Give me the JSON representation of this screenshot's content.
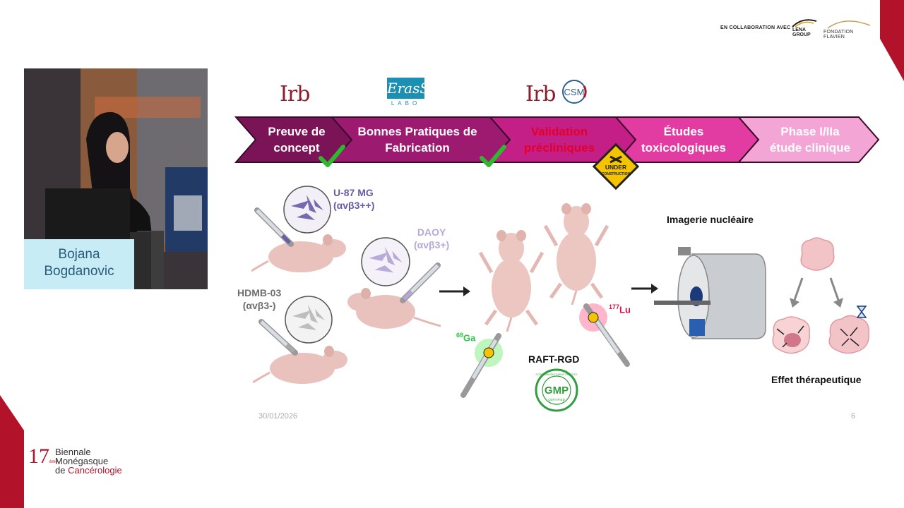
{
  "collaboration": {
    "label": "EN COLLABORATION AVEC :",
    "partners": [
      "LENA GROUP",
      "FONDATION FLAVIEN"
    ]
  },
  "speaker": {
    "first_name": "Bojana",
    "last_name": "Bogdanovic"
  },
  "partner_logos": {
    "irb": "Irb",
    "eras": "ErasS",
    "eras_sub": "LABO",
    "csm": "CSM"
  },
  "timeline": {
    "stages": [
      {
        "line1": "Preuve de",
        "line2": "concept",
        "status": "done"
      },
      {
        "line1": "Bonnes Pratiques de",
        "line2": "Fabrication",
        "status": "done"
      },
      {
        "line1": "Validation",
        "line2": "précliniques",
        "status": "in-progress"
      },
      {
        "line1": "Études",
        "line2": "toxicologiques",
        "status": "planned"
      },
      {
        "line1": "Phase I/IIa",
        "line2": "étude clinique",
        "status": "planned"
      }
    ],
    "badge_line1": "UNDER",
    "badge_line2": "CONSTRUCTION"
  },
  "cell_lines": [
    {
      "name": "U-87 MG",
      "receptor": "(αvβ3++)",
      "color": "#6a5ba8"
    },
    {
      "name": "DAOY",
      "receptor": "(αvβ3+)",
      "color": "#b4a9d8"
    },
    {
      "name": "HDMB-03",
      "receptor": "(αvβ3-)",
      "color": "#6e6e6e"
    }
  ],
  "isotopes": {
    "ga": {
      "mass": "68",
      "symbol": "Ga",
      "color": "#2bc44a"
    },
    "lu": {
      "mass": "177",
      "symbol": "Lu",
      "color": "#d2144a"
    }
  },
  "labels": {
    "nuclear_imaging": "Imagerie nucléaire",
    "compound": "RAFT-RGD",
    "gmp": "GMP",
    "gmp_ring": "GOOD MANUFACTURING PRACTICE",
    "gmp_certified": "CERTIFIED",
    "therapeutic_effect": "Effet thérapeutique"
  },
  "footer": {
    "date": "30/01/2026",
    "page": "6"
  },
  "event": {
    "number": "17",
    "suffix": "ème",
    "line1": "Biennale",
    "line2": "Monégasque",
    "line3_prefix": "de",
    "line3_accent": "Cancérologie"
  },
  "colors": {
    "accent_red": "#b3132a",
    "stage1": "#7b1457",
    "stage2": "#9c1a6f",
    "stage3": "#c41f86",
    "stage4": "#e23ca3",
    "stage5": "#f3a6d6"
  }
}
